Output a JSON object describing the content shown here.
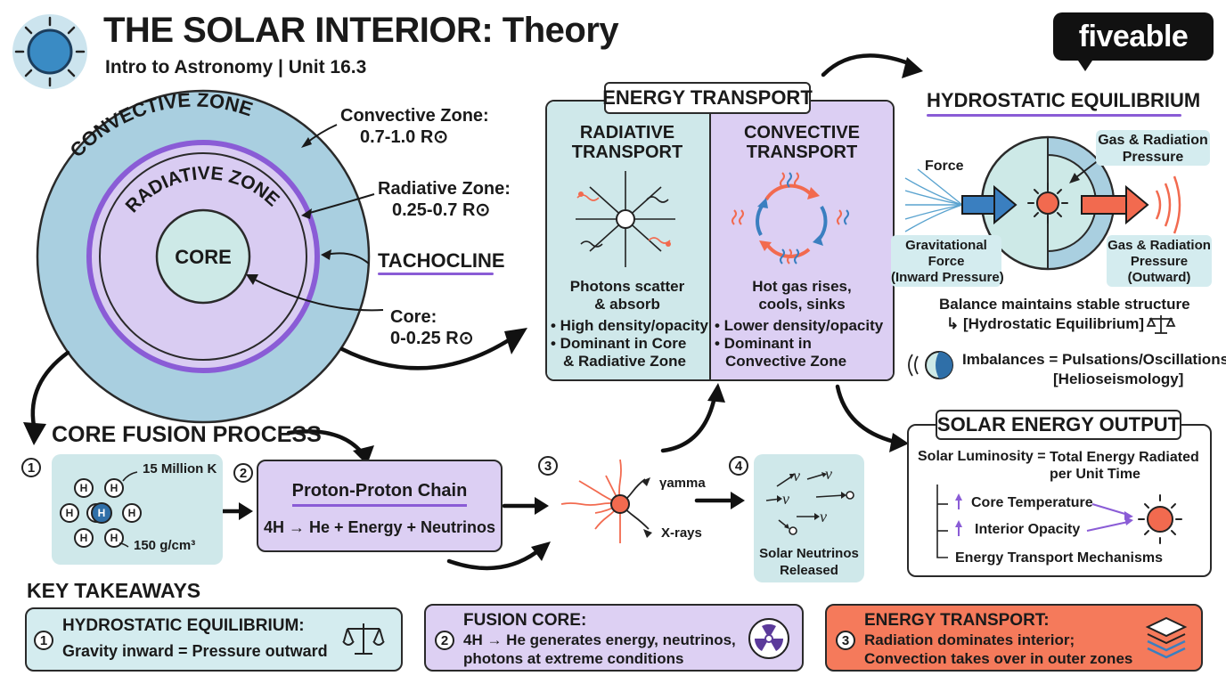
{
  "header": {
    "title": "THE SOLAR INTERIOR: Theory",
    "subtitle": "Intro to Astronomy | Unit 16.3",
    "brand": "fiveable"
  },
  "interior": {
    "convective_label": "CONVECTIVE ZONE",
    "radiative_label": "RADIATIVE ZONE",
    "core_label": "CORE",
    "callout_convective": [
      "Convective Zone:",
      "0.7-1.0 R⊙"
    ],
    "callout_radiative": [
      "Radiative Zone:",
      "0.25-0.7 R⊙"
    ],
    "callout_tachocline": "TACHOCLINE",
    "callout_core": [
      "Core:",
      "0-0.25 R⊙"
    ]
  },
  "energy_transport": {
    "heading": "ENERGY TRANSPORT",
    "radiative": {
      "title": [
        "RADIATIVE",
        "TRANSPORT"
      ],
      "desc": [
        "Photons scatter",
        "& absorb"
      ],
      "bullets": [
        "• High density/opacity",
        "• Dominant in Core",
        "& Radiative Zone"
      ]
    },
    "convective": {
      "title": [
        "CONVECTIVE",
        "TRANSPORT"
      ],
      "desc": [
        "Hot gas rises,",
        "cools, sinks"
      ],
      "bullets": [
        "• Lower density/opacity",
        "• Dominant in",
        "Convective Zone"
      ]
    }
  },
  "hydrostatic": {
    "heading": "HYDROSTATIC EQUILIBRIUM",
    "force_label": "Force",
    "gas_pressure_top": [
      "Gas & Radiation",
      "Pressure"
    ],
    "gravity_label": [
      "Gravitational",
      "Force",
      "(Inward Pressure)"
    ],
    "gas_pressure_out": [
      "Gas & Radiation",
      "Pressure",
      "(Outward)"
    ],
    "balance_line": "Balance maintains stable structure",
    "balance_bracket": "↳ [Hydrostatic Equilibrium]",
    "imbalance_line": "Imbalances = Pulsations/Oscillations",
    "imbalance_bracket": "[Helioseismology]"
  },
  "fusion": {
    "heading": "CORE FUSION PROCESS",
    "step_numbers": [
      "1",
      "2",
      "3",
      "4"
    ],
    "nuclei": [
      "H",
      "H",
      "H",
      "H",
      "H",
      "H",
      "H",
      "H"
    ],
    "temperature": "15 Million K",
    "density": "150 g/cm³",
    "chain_title": "Proton-Proton Chain",
    "chain_equation": "4H → He + Energy + Neutrinos",
    "gamma_label": "γamma",
    "xray_label": "X-rays",
    "nu_symbol": "ν",
    "neutrino_label": [
      "Solar Neutrinos",
      "Released"
    ]
  },
  "output": {
    "heading": "SOLAR ENERGY OUTPUT",
    "luminosity_label": "Solar Luminosity =",
    "luminosity_def": [
      "Total Energy Radiated",
      "per Unit Time"
    ],
    "factor_core_temp": "Core Temperature",
    "factor_opacity": "Interior Opacity",
    "factor_transport": "Energy Transport Mechanisms"
  },
  "takeaways": {
    "heading": "KEY TAKEAWAYS",
    "items": [
      {
        "num": "1",
        "title": "HYDROSTATIC EQUILIBRIUM:",
        "body": [
          "Gravity inward = Pressure outward"
        ]
      },
      {
        "num": "2",
        "title": "FUSION CORE:",
        "body": [
          "4H → He generates energy, neutrinos,",
          "photons at extreme conditions"
        ]
      },
      {
        "num": "3",
        "title": "ENERGY TRANSPORT:",
        "body": [
          "Radiation dominates interior;",
          "Convection takes over in outer zones"
        ]
      }
    ]
  },
  "colors": {
    "convective_blue": "#a9cfe0",
    "radiative_purple": "#d9ccf2",
    "core_teal": "#cde9e7",
    "accent_purple": "#8a5cd6",
    "hot_orange": "#f26a4f",
    "pale_teal": "#d4ecef",
    "pale_purple": "#ddd0f3",
    "salmon": "#f57a5b"
  }
}
